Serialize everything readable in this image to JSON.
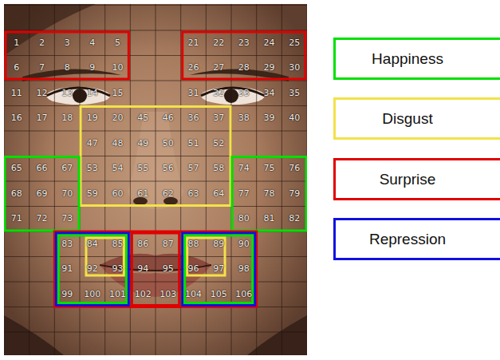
{
  "diagram": {
    "labels": [
      "1",
      "2",
      "3",
      "4",
      "5",
      "21",
      "22",
      "23",
      "24",
      "25",
      "6",
      "7",
      "8",
      "9",
      "10",
      "26",
      "27",
      "28",
      "29",
      "30",
      "11",
      "12",
      "13",
      "14",
      "15",
      "31",
      "32",
      "33",
      "34",
      "35",
      "16",
      "17",
      "18",
      "19",
      "20",
      "45",
      "46",
      "36",
      "37",
      "38",
      "39",
      "40",
      "47",
      "48",
      "49",
      "50",
      "51",
      "52",
      "65",
      "66",
      "67",
      "53",
      "54",
      "55",
      "56",
      "57",
      "58",
      "74",
      "75",
      "76",
      "68",
      "69",
      "70",
      "59",
      "60",
      "61",
      "62",
      "63",
      "64",
      "77",
      "78",
      "79",
      "71",
      "72",
      "73",
      "80",
      "81",
      "82",
      "83",
      "84",
      "85",
      "86",
      "87",
      "88",
      "89",
      "90",
      "91",
      "92",
      "93",
      "94",
      "95",
      "96",
      "97",
      "98",
      "99",
      "100",
      "101",
      "102",
      "103",
      "104",
      "105",
      "106"
    ],
    "legend": [
      {
        "text": "Happiness",
        "color": "#00e000"
      },
      {
        "text": "Disgust",
        "color": "#f2e24a"
      },
      {
        "text": "Surprise",
        "color": "#e00000"
      },
      {
        "text": "Repression",
        "color": "#1010e0"
      }
    ]
  }
}
